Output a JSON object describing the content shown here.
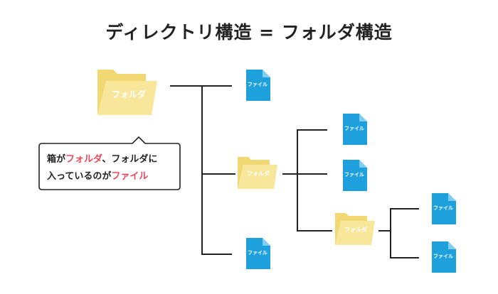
{
  "title": "ディレクトリ構造 = フォルダ構造",
  "colors": {
    "line": "#222222",
    "folder_back": "#f2d873",
    "folder_front": "#f8e79a",
    "file": "#1ea0dc",
    "file_fold": "#7fcdf0",
    "highlight": "#e8485a"
  },
  "nodes": {
    "root_folder": {
      "type": "folder-icon",
      "label": "フォルダ"
    },
    "file_1": {
      "type": "file-icon",
      "label": "ファイル"
    },
    "sub_folder": {
      "type": "folder-icon",
      "label": "フォルダ"
    },
    "file_2": {
      "type": "file-icon",
      "label": "ファイル"
    },
    "file_3": {
      "type": "file-icon",
      "label": "ファイル"
    },
    "deep_folder": {
      "type": "folder-icon",
      "label": "フォルダ"
    },
    "file_4": {
      "type": "file-icon",
      "label": "ファイル"
    },
    "file_5": {
      "type": "file-icon",
      "label": "ファイル"
    },
    "file_6": {
      "type": "file-icon",
      "label": "ファイル"
    }
  },
  "callout": {
    "part1": "箱が",
    "part2": "フォルダ",
    "part3": "、フォルダに",
    "part4": "入っているのが",
    "part5": "ファイル"
  }
}
